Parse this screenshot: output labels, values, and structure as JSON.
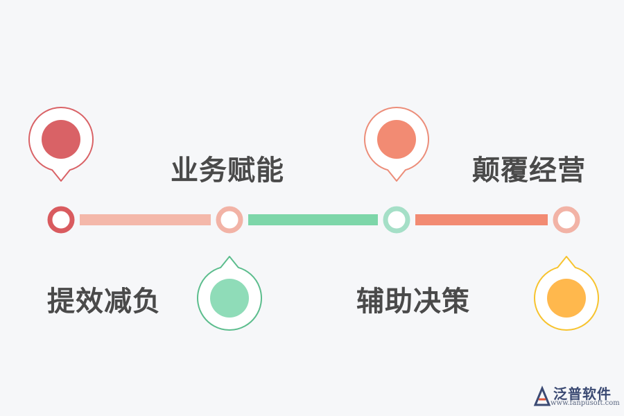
{
  "steps": [
    {
      "label": "提效减负",
      "pin_color": "#d96266",
      "pin_stroke": "#d96266",
      "node_color": "#d95b5f",
      "position": "top"
    },
    {
      "label": "业务赋能",
      "pin_color": "#8fdcb8",
      "pin_stroke": "#5cbd8d",
      "node_color": "#f2b3a6",
      "position": "bottom"
    },
    {
      "label": "辅助决策",
      "pin_color": "#f28b73",
      "pin_stroke": "#ec8d79",
      "node_color": "#a5dfc7",
      "position": "top"
    },
    {
      "label": "颠覆经营",
      "pin_color": "#ffb84d",
      "pin_stroke": "#f7c32e",
      "node_color": "#f2b3a6",
      "position": "bottom"
    }
  ],
  "segment_colors": [
    "#f4b8aa",
    "#7dd6a9",
    "#f28b73"
  ],
  "logo": {
    "name": "泛普软件",
    "url": "www.fanpusoft.com"
  }
}
